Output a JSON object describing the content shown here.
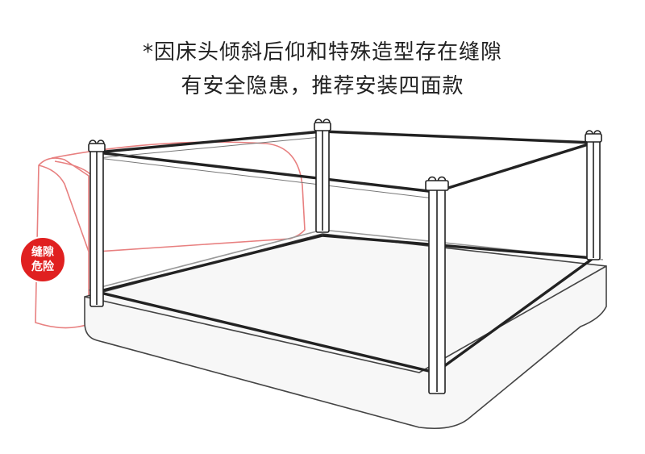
{
  "caption": {
    "line1": "*因床头倾斜后仰和特殊造型存在缝隙",
    "line2": "有安全隐患，推荐安装四面款"
  },
  "badge": {
    "line1": "缝隙",
    "line2": "危险",
    "color": "#e02020"
  },
  "colors": {
    "outline": "#222222",
    "headboard": "#e88080",
    "mattress": "#f7f7f7"
  }
}
